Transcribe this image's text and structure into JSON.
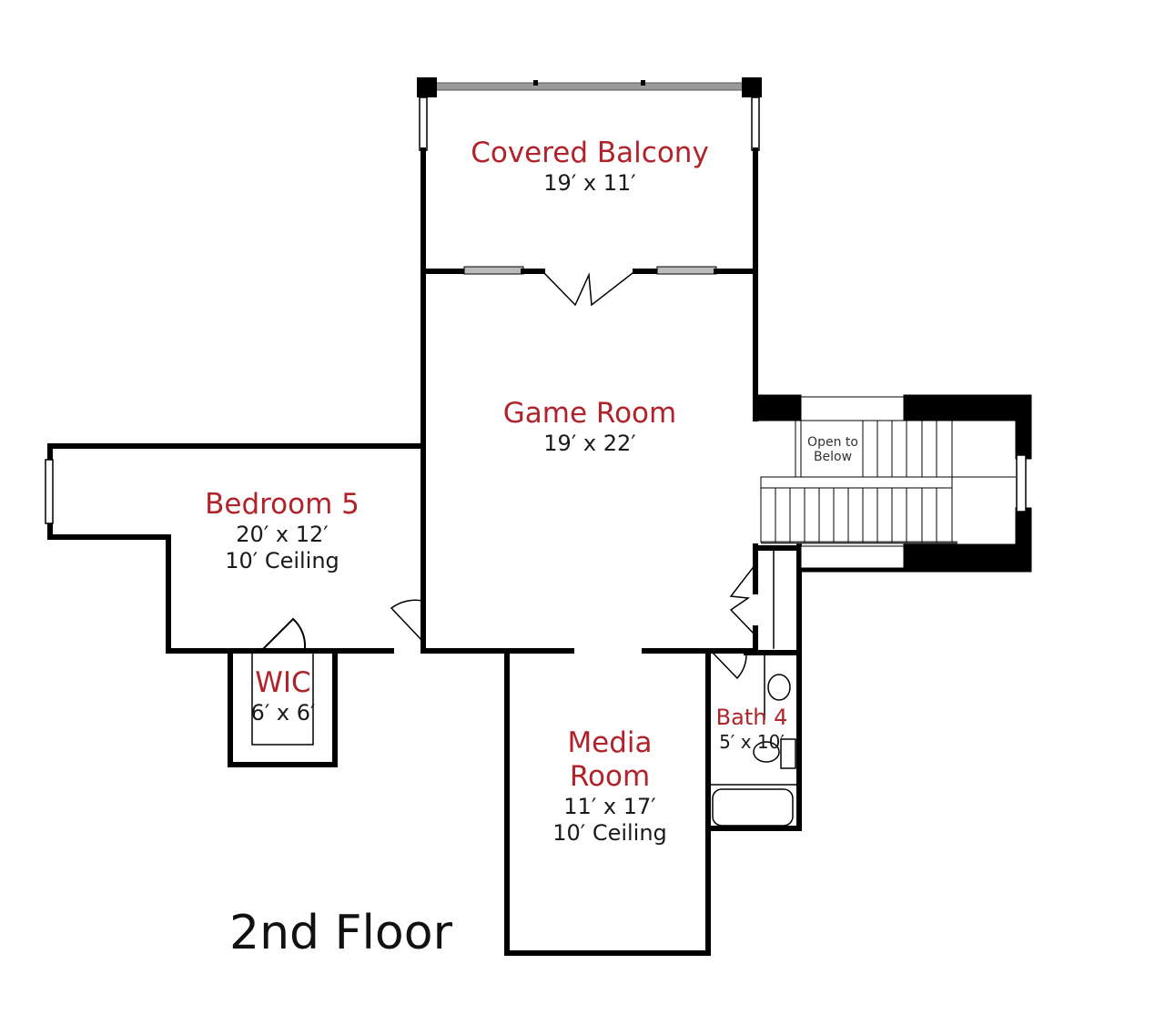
{
  "title": "2nd Floor",
  "label_color": "#b0232a",
  "rooms": {
    "balcony": {
      "name": "Covered Balcony",
      "size": "19′ x 11′"
    },
    "game": {
      "name": "Game Room",
      "size": "19′ x 22′"
    },
    "bedroom5": {
      "name": "Bedroom 5",
      "size": "20′ x 12′",
      "ceiling": "10′ Ceiling"
    },
    "wic": {
      "name": "WIC",
      "size": "6′ x 6′"
    },
    "media": {
      "name": "Media",
      "name2": "Room",
      "size": "11′ x 17′",
      "ceiling": "10′ Ceiling"
    },
    "bath4": {
      "name": "Bath 4",
      "size": "5′ x 10′"
    },
    "stair": {
      "note1": "Open to",
      "note2": "Below"
    }
  }
}
